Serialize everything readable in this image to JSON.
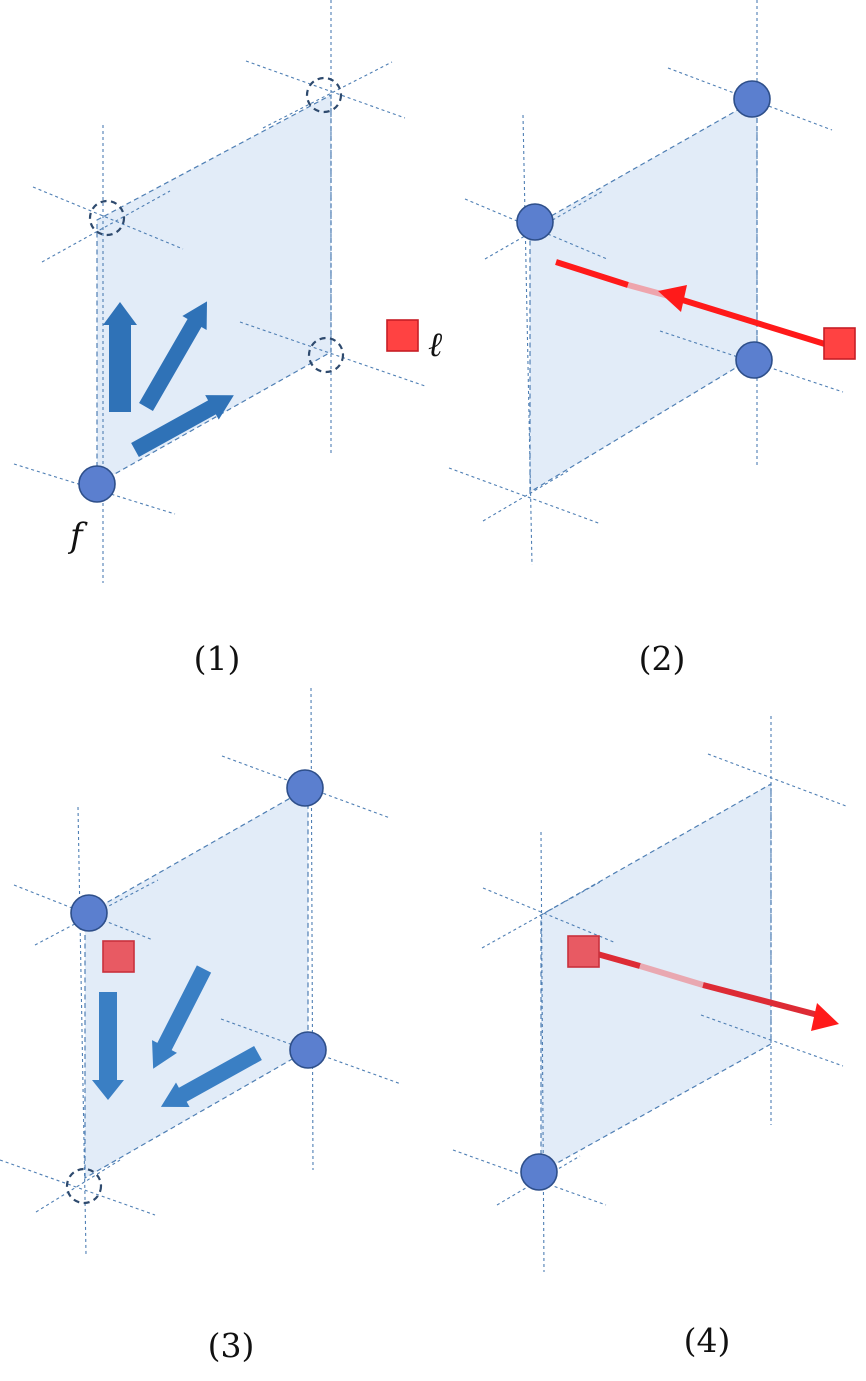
{
  "panels": [
    {
      "caption": "(1)"
    },
    {
      "caption": "(2)"
    },
    {
      "caption": "(3)"
    },
    {
      "caption": "(4)"
    }
  ],
  "labels": {
    "follower": "f",
    "leader": "ℓ"
  },
  "colors": {
    "cell_fill": "#e2ecf8",
    "grid_line": "#4f7fb4",
    "node_fill": "#5b7fcf",
    "node_stroke": "#2e4f8a",
    "blue_arrow": "#2f72b7",
    "leader_fill": "#ff4242",
    "trajectory_red": "#ff1a1a",
    "trajectory_faded": "#eea5ad"
  }
}
